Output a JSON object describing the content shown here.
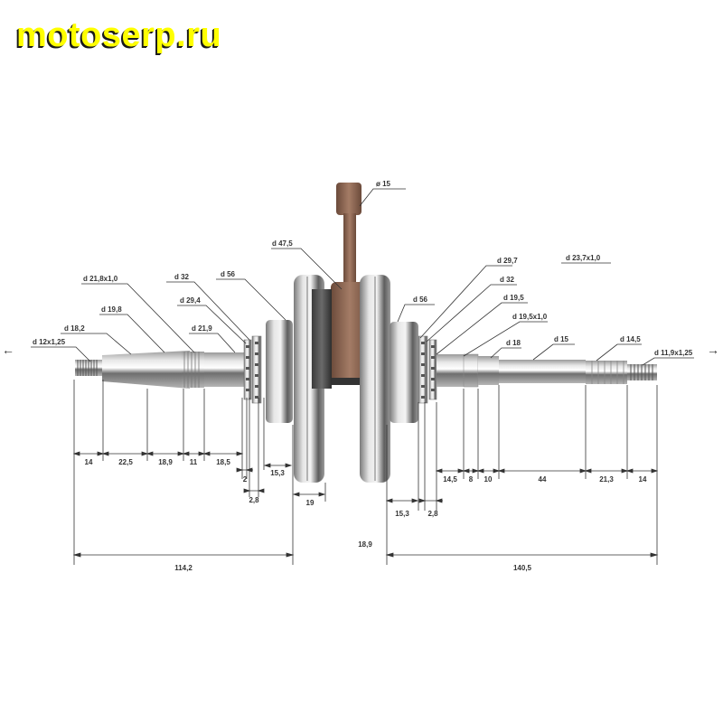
{
  "logo": {
    "text": "motoserp.ru",
    "color": "#ffff00"
  },
  "arrows": {
    "left": "←",
    "right": "→"
  },
  "conrod": {
    "small_end_label": "ø 15",
    "big_end_label": "d 47,5"
  },
  "left_labels": [
    {
      "id": "d12x125",
      "text": "d 12x1,25"
    },
    {
      "id": "d182",
      "text": "d 18,2"
    },
    {
      "id": "d198",
      "text": "d 19,8"
    },
    {
      "id": "d218x10",
      "text": "d 21,8x1,0"
    },
    {
      "id": "d32",
      "text": "d 32"
    },
    {
      "id": "d294",
      "text": "d 29,4"
    },
    {
      "id": "d219",
      "text": "d 21,9"
    },
    {
      "id": "d56",
      "text": "d 56"
    }
  ],
  "right_labels": [
    {
      "id": "d56",
      "text": "d 56"
    },
    {
      "id": "d297",
      "text": "d 29,7"
    },
    {
      "id": "d32",
      "text": "d 32"
    },
    {
      "id": "d195",
      "text": "d 19,5"
    },
    {
      "id": "d195x10",
      "text": "d 19,5x1,0"
    },
    {
      "id": "d18",
      "text": "d 18"
    },
    {
      "id": "d15",
      "text": "d 15"
    },
    {
      "id": "d145",
      "text": "d 14,5"
    },
    {
      "id": "d119x125",
      "text": "d 11,9x1,25"
    },
    {
      "id": "d237x10",
      "text": "d 23,7x1,0"
    }
  ],
  "left_dims": [
    "14",
    "22,5",
    "18,9",
    "11",
    "18,5",
    "2",
    "2,8",
    "15,3"
  ],
  "center_dims": {
    "web_width": "19",
    "gap": "18,9"
  },
  "right_dims": [
    "14,5",
    "8",
    "10",
    "44",
    "21,3",
    "14",
    "15,3",
    "2,8"
  ],
  "overall_dims": {
    "left": "114,2",
    "right": "140,5"
  }
}
